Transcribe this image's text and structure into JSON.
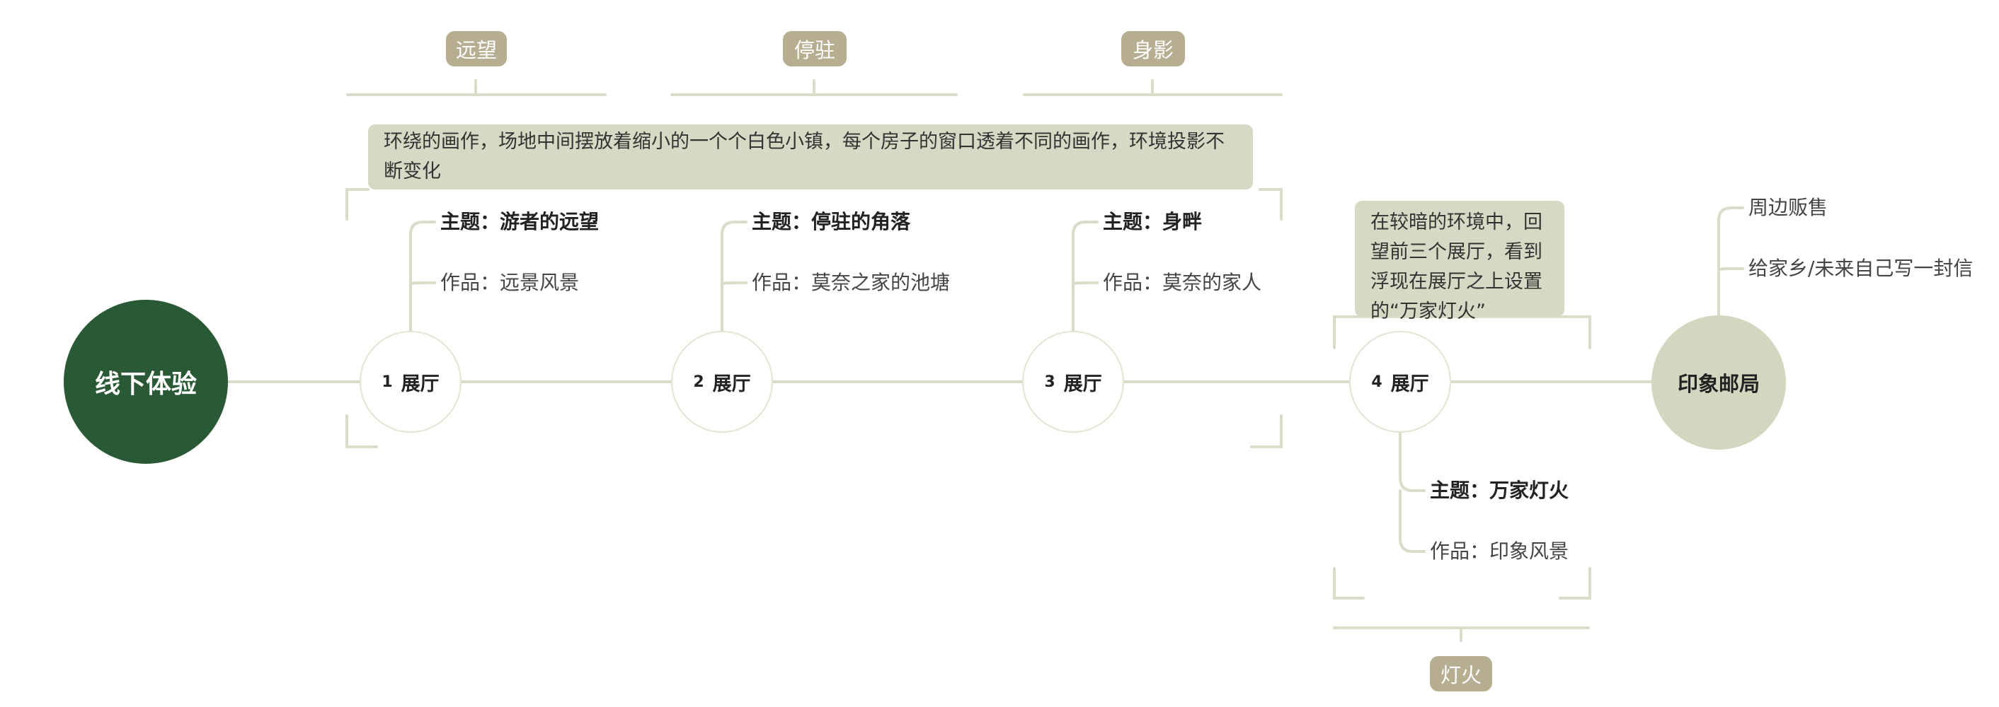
{
  "root": {
    "label": "线下体验"
  },
  "halls": [
    {
      "num": "1",
      "label": "展厅",
      "tag": "远望",
      "theme": "主题：游者的远望",
      "work": "作品：远景风景"
    },
    {
      "num": "2",
      "label": "展厅",
      "tag": "停驻",
      "theme": "主题：停驻的角落",
      "work": "作品：莫奈之家的池塘"
    },
    {
      "num": "3",
      "label": "展厅",
      "tag": "身影",
      "theme": "主题：身畔",
      "work": "作品：莫奈的家人"
    },
    {
      "num": "4",
      "label": "展厅",
      "tag": "灯火",
      "theme": "主题：万家灯火",
      "work": "作品：印象风景"
    }
  ],
  "notes": {
    "halls_1_3": "环绕的画作，场地中间摆放着缩小的一个个白色小镇，每个房子的窗口透着不同的画作，环境投影不断变化",
    "hall_4": "在较暗的环境中，回望前三个展厅，看到浮现在展厅之上设置的“万家灯火”"
  },
  "post_office": {
    "label": "印象邮局",
    "items": [
      "周边贩售",
      "给家乡/未来自己写一封信"
    ]
  },
  "colors": {
    "root": "#2a5a35",
    "line": "#d9dcc8",
    "tag": "#b7ae92",
    "note": "#d6d9c4",
    "post": "#d4d7c0"
  }
}
